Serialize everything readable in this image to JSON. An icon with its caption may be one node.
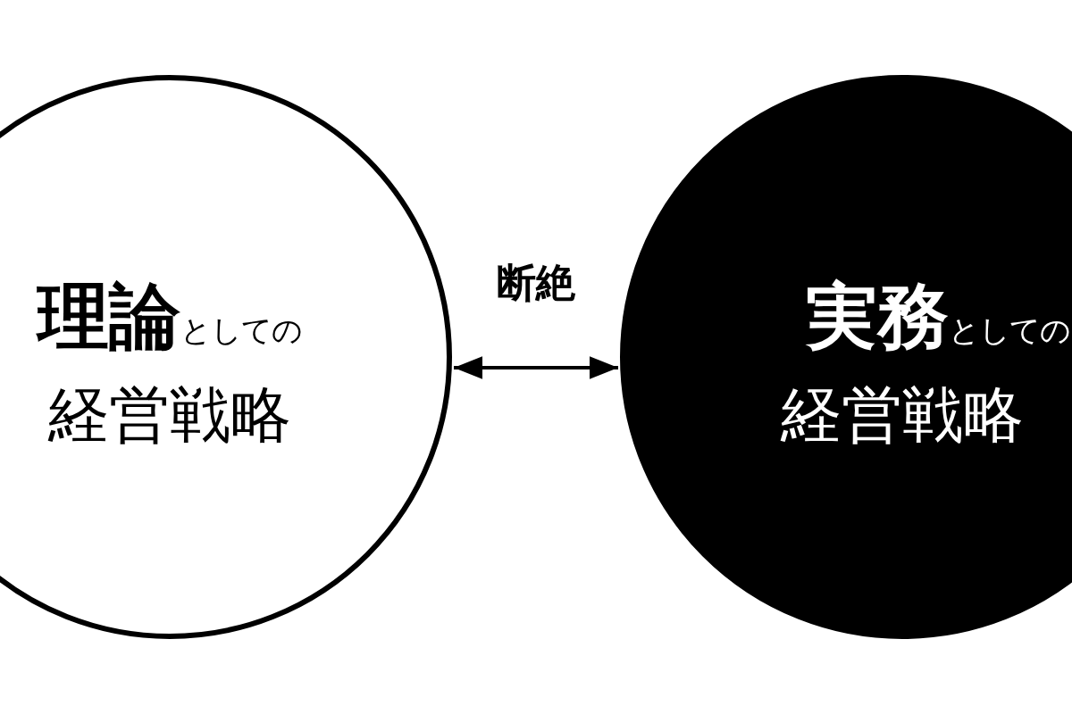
{
  "diagram": {
    "nodes": [
      {
        "text": [
          "**理論**としての",
          "経営戦略"
        ]
      },
      {
        "text": [
          "**実務**としての",
          "経営戦略"
        ]
      }
    ],
    "edges": [
      {
        "from": 0,
        "to": 1,
        "arrow": "both",
        "label": "断絶"
      }
    ]
  }
}
